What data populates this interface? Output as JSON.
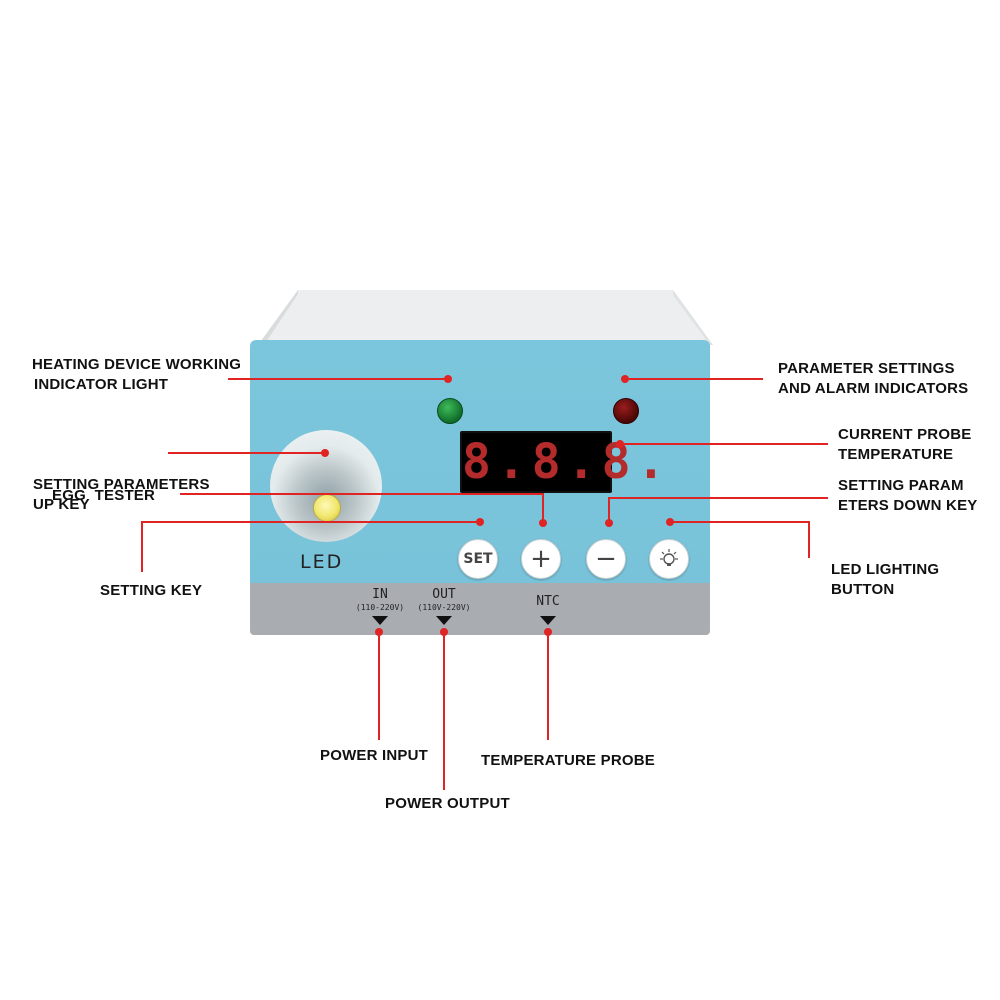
{
  "device": {
    "display_digits": "8.8.8.",
    "led_label": "LED",
    "keys": {
      "set": "SET",
      "plus": "+",
      "minus": "−",
      "light_icon": "light-bulb-icon"
    },
    "ports": {
      "in": {
        "label": "IN",
        "range": "(110-220V)"
      },
      "out": {
        "label": "OUT",
        "range": "(110V-220V)"
      },
      "ntc": {
        "label": "NTC"
      }
    },
    "colors": {
      "panel": "#79c3da",
      "strip": "#a9adb2",
      "heating_indicator": "#1f8a3a",
      "alarm_indicator": "#6a0e0e",
      "display_digits": "#b32b2b",
      "callout_line": "#e02424"
    }
  },
  "callouts": {
    "heating_indicator": [
      "HEATING DEVICE WORKING",
      "INDICATOR LIGHT"
    ],
    "alarm_indicator": [
      "PARAMETER SETTINGS",
      "AND ALARM INDICATORS"
    ],
    "egg_tester": [
      "EGG  TESTER"
    ],
    "probe_temperature": [
      "CURRENT PROBE",
      "TEMPERATURE"
    ],
    "up_key": [
      "SETTING PARAMETERS",
      "UP KEY"
    ],
    "down_key": [
      "SETTING PARAM",
      "ETERS DOWN KEY"
    ],
    "setting_key": [
      "SETTING KEY"
    ],
    "led_button": [
      "LED LIGHTING",
      "BUTTON"
    ],
    "power_input": [
      "POWER INPUT"
    ],
    "power_output": [
      "POWER OUTPUT"
    ],
    "temperature_probe": [
      "TEMPERATURE PROBE"
    ]
  }
}
